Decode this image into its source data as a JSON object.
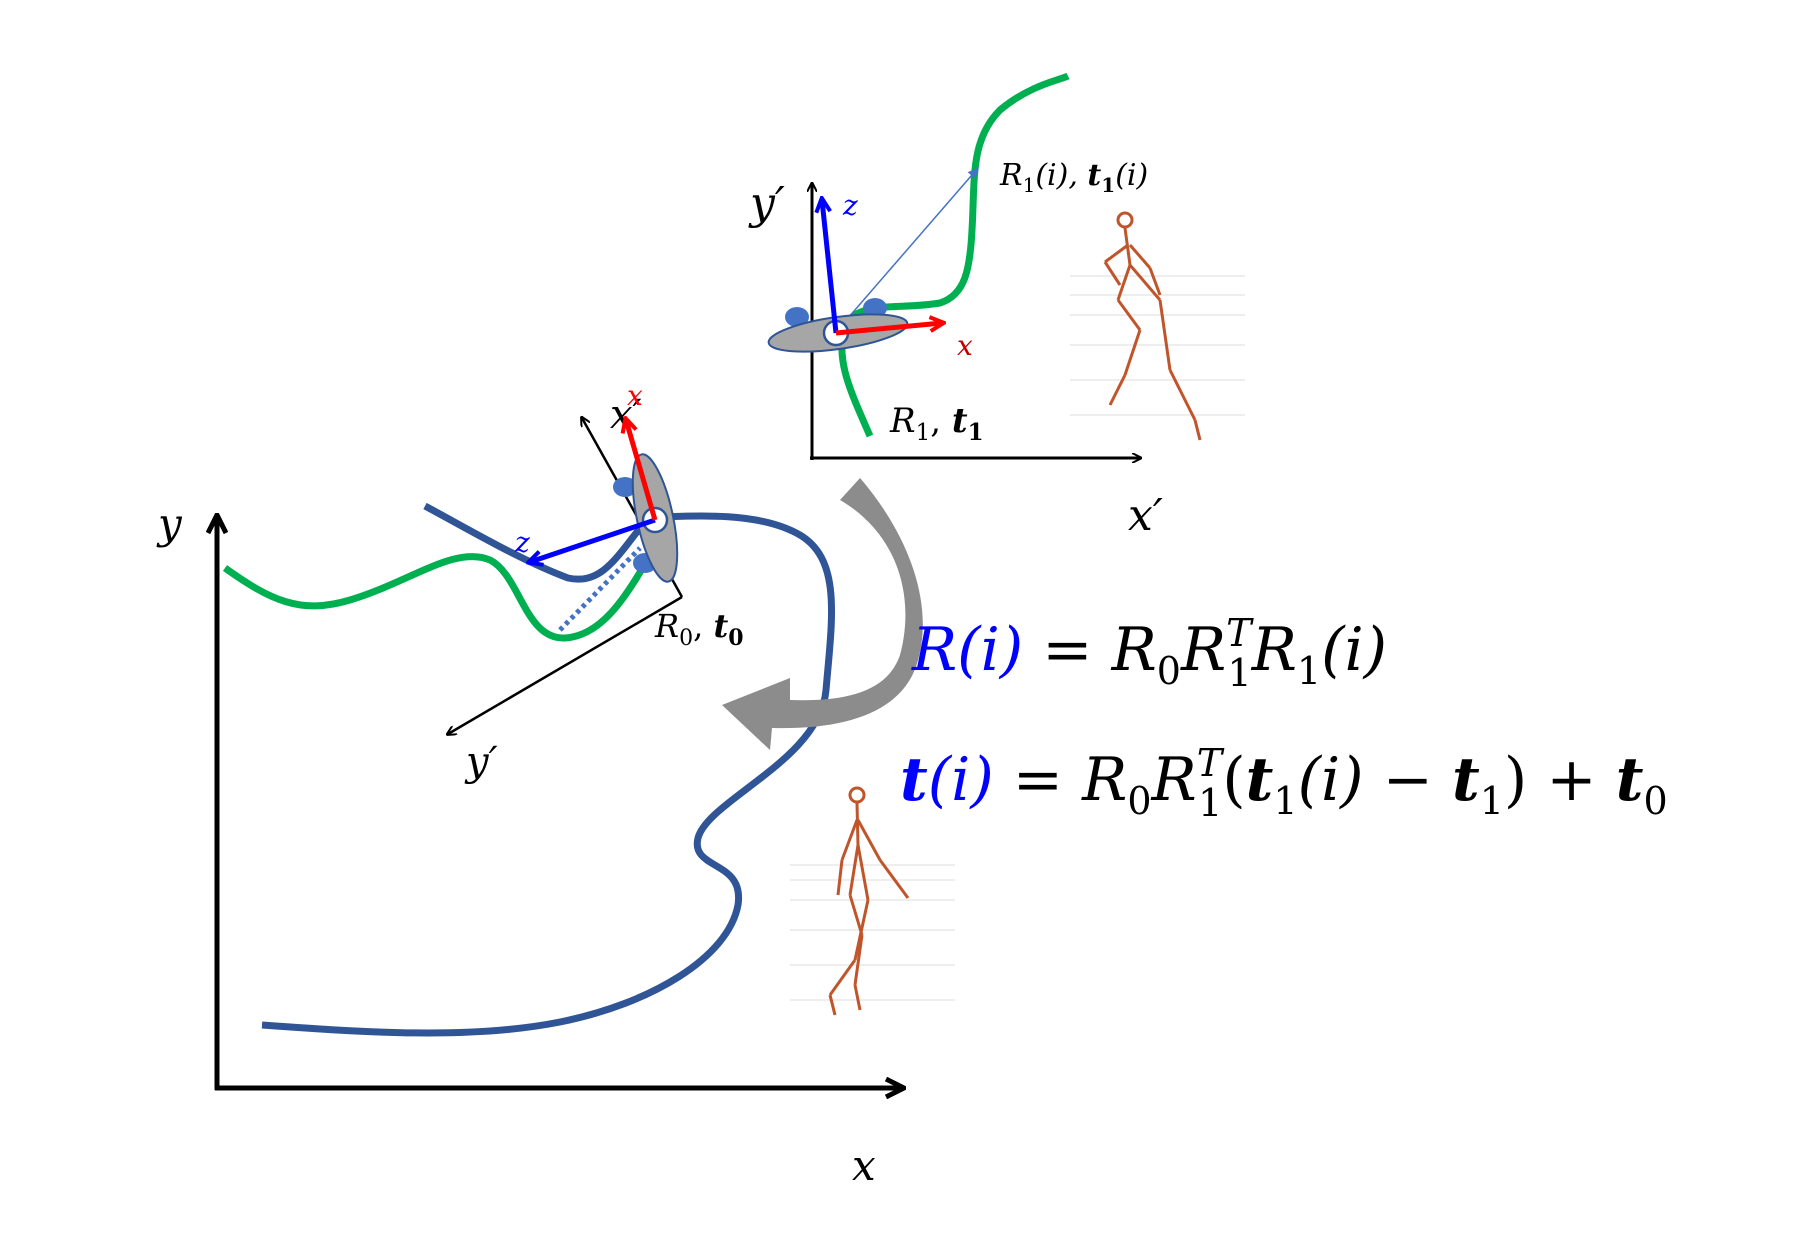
{
  "colors": {
    "frame_axis": "#000000",
    "blue_path": "#2f5597",
    "green_path": "#00b050",
    "axis_z": "#0000ff",
    "axis_x": "#ff0000",
    "foot": "#4472c4",
    "arrow_fill": "#8c8c8c",
    "skeleton": "#c0552b",
    "equation_lhs": "#0000ff",
    "equation_rhs": "#000000"
  },
  "world_frame": {
    "x_label": "x",
    "y_label": "y"
  },
  "local_frame": {
    "x_label": "x′",
    "y_label": "y′"
  },
  "frame0": {
    "x_label": "x′",
    "y_label": "y′",
    "z_label": "z",
    "red_label": "x",
    "pose_label": {
      "R": "R",
      "Rsub": "0",
      "sep": ", ",
      "t": "t",
      "tsub": "0"
    }
  },
  "frame1": {
    "z_label": "z",
    "x_label": "x",
    "pose_label": {
      "R": "R",
      "Rsub": "1",
      "sep": ", ",
      "t": "t",
      "tsub": "1"
    },
    "target_label": {
      "R": "R",
      "Rsub": "1",
      "i1": "(i), ",
      "t": "t",
      "tsub": "1",
      "i2": "(i)"
    }
  },
  "equations": {
    "rotation": {
      "lhs": "R(i)",
      "eq": " = R",
      "s0": "0",
      "R2": "R",
      "sup": "T",
      "s1": "1",
      "tail": "R",
      "s2": "1",
      "end": "(i)"
    },
    "translation": {
      "lhs_t": "t",
      "lhs_i": "(i)",
      "eq": " = R",
      "s0": "0",
      "R2": "R",
      "sup": "T",
      "s1": "1",
      "open": "(",
      "t1": "t",
      "t1s": "1",
      "t1i": "(i) − ",
      "t2": "t",
      "t2s": "1",
      "close": ") + ",
      "t3": "t",
      "t3s": "0"
    }
  },
  "icons": [
    "foot-icon",
    "skeleton-icon",
    "curved-arrow-icon"
  ]
}
